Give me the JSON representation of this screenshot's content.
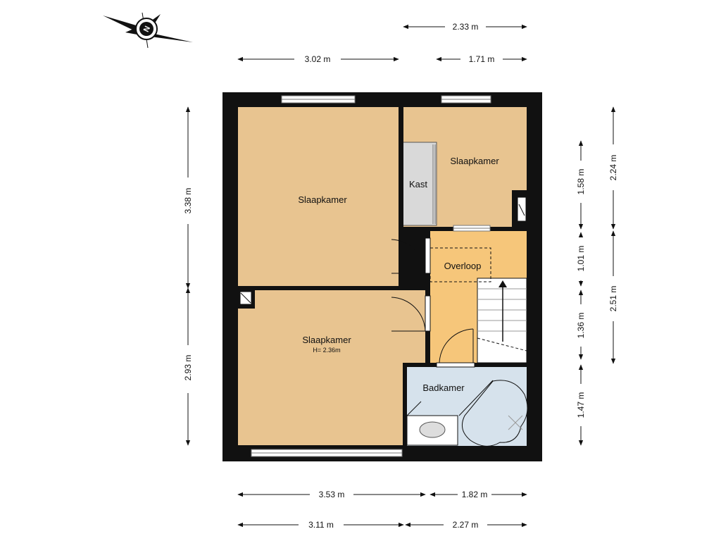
{
  "colors": {
    "room": "#E8C490",
    "hall": "#F6C67A",
    "bath": "#D6E2EC",
    "closet": "#D9D9D9",
    "wall": "#111111"
  },
  "compass": {
    "label": "N"
  },
  "rooms": {
    "bedroom_large": "Slaapkamer",
    "bedroom_small": "Slaapkamer",
    "closet": "Kast",
    "landing": "Overloop",
    "bedroom_bottom": "Slaapkamer",
    "bedroom_bottom_height": "H= 2.36m",
    "bathroom": "Badkamer"
  },
  "dimensions": {
    "top_233": "2.33 m",
    "top_302": "3.02 m",
    "top_171": "1.71 m",
    "left_338": "3.38 m",
    "left_293": "2.93 m",
    "right_158": "1.58 m",
    "right_101": "1.01 m",
    "right_136": "1.36 m",
    "right_147": "1.47 m",
    "right_224": "2.24 m",
    "right_251": "2.51 m",
    "bottom_353": "3.53 m",
    "bottom_182": "1.82 m",
    "bottom_311": "3.11 m",
    "bottom_227": "2.27 m"
  }
}
